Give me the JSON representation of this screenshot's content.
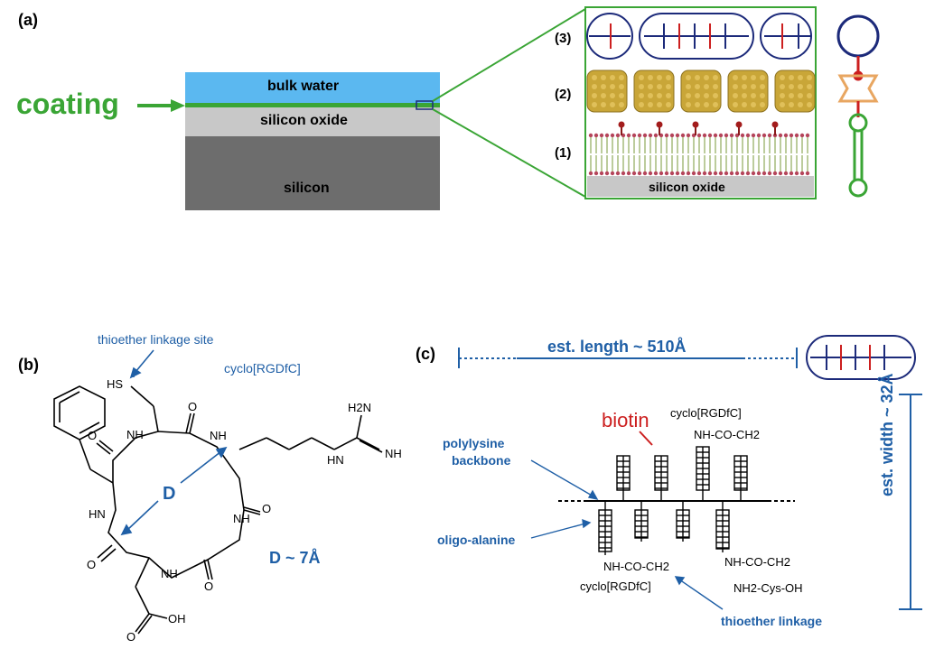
{
  "panel_a": {
    "label": "(a)",
    "coating": "coating",
    "bulk_water": "bulk water",
    "silicon_oxide": "silicon oxide",
    "silicon": "silicon",
    "layer_1": "(1)",
    "layer_2": "(2)",
    "layer_3": "(3)",
    "inset_silicon_oxide": "silicon oxide",
    "colors": {
      "coating": "#3aa535",
      "water": "#5bb8f0",
      "oxide": "#c8c8c8",
      "silicon": "#6d6d6d",
      "navy": "#1c2a7a",
      "red": "#cc1f1f",
      "gold": "#c9a638",
      "orange": "#e8a661"
    }
  },
  "panel_b": {
    "label": "(b)",
    "thioether_site": "thioether linkage site",
    "molecule": "cyclo[RGDfC]",
    "sh": "HS",
    "nh": "NH",
    "hn": "HN",
    "o": "O",
    "h2n": "H2N",
    "oh": "OH",
    "d": "D",
    "d_value": "D ~ 7Å"
  },
  "panel_c": {
    "label": "(c)",
    "length": "est. length ~ 510Å",
    "width": "est. width ~ 32Å",
    "biotin": "biotin",
    "cyclo_top": "cyclo[RGDfC]",
    "nh_co_ch2_top": "NH-CO-CH2",
    "polylysine": "polylysine",
    "backbone": "backbone",
    "oligo_alanine": "oligo-alanine",
    "nh_co_ch2_bottom_left": "NH-CO-CH2",
    "cyclo_bottom": "cyclo[RGDfC]",
    "nh_co_ch2_bottom_right": "NH-CO-CH2",
    "nh2_cys_oh": "NH2-Cys-OH",
    "thioether_linkage": "thioether linkage"
  }
}
